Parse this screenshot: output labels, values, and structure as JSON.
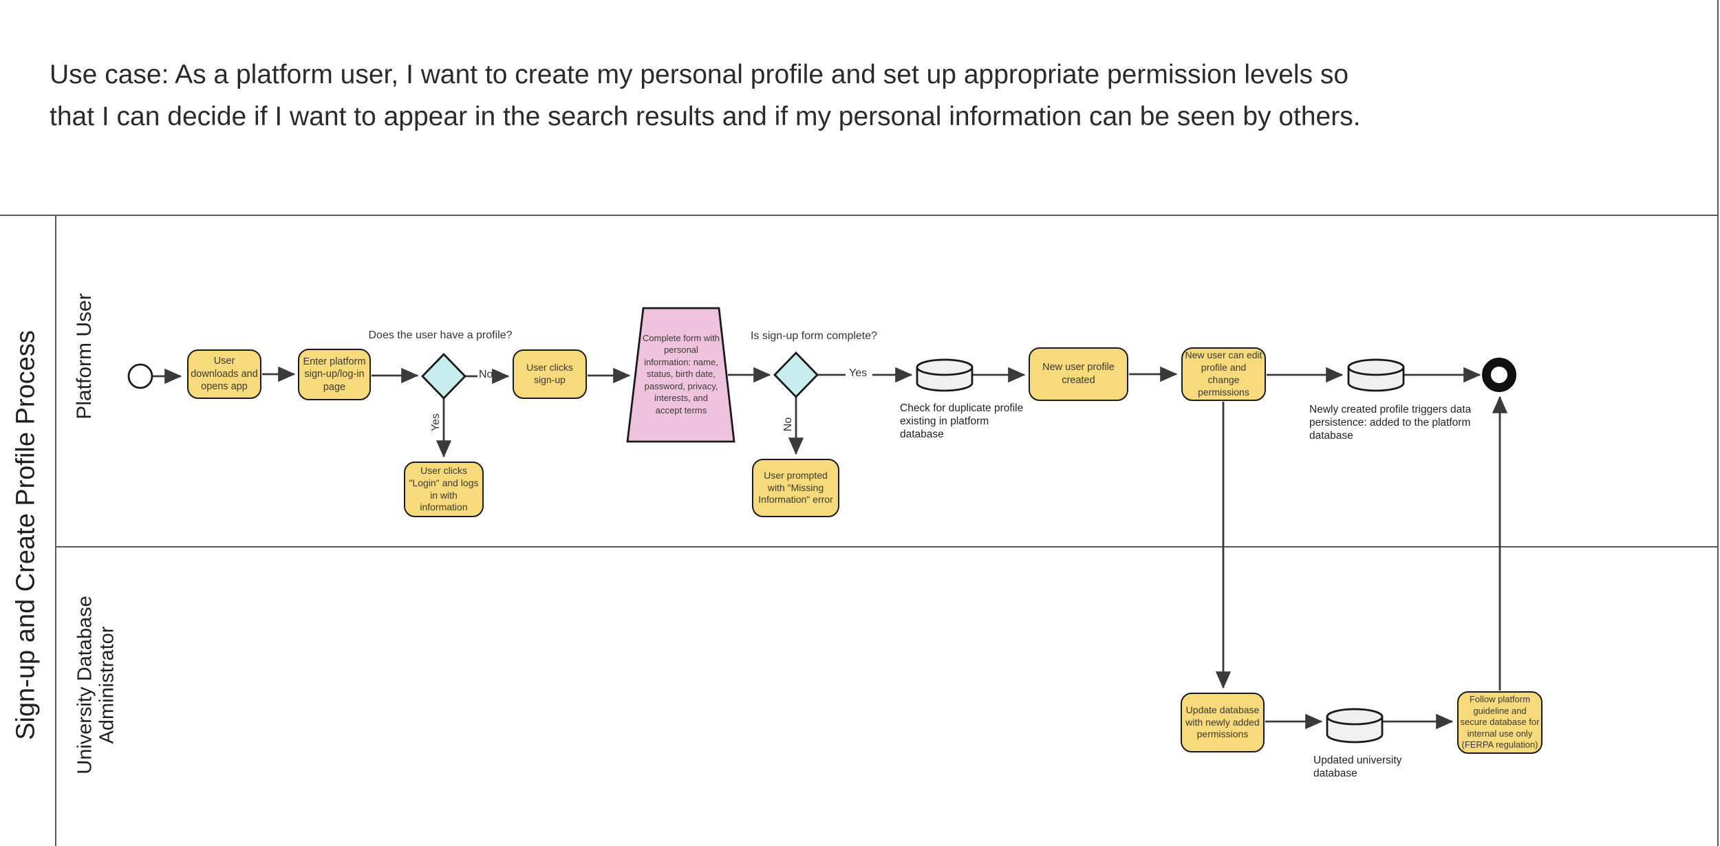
{
  "use_case": {
    "line1": "Use case: As a platform user, I want to create my personal profile and set up appropriate permission levels so",
    "line2": "that I can decide if I want to appear in the search results and if my personal information can be seen by others."
  },
  "pool": {
    "title": "Sign-up and Create Profile Process",
    "lanes": [
      {
        "label": "Platform User"
      },
      {
        "label_line1": "University Database",
        "label_line2": "Administrator"
      }
    ]
  },
  "nodes": {
    "start": {
      "type": "start-event"
    },
    "task_download": {
      "label": "User downloads and opens app"
    },
    "task_enter": {
      "label": "Enter platform sign-up/log-in page"
    },
    "gateway_profile": {
      "question": "Does the user have a profile?"
    },
    "task_signup": {
      "label": "User clicks sign-up"
    },
    "task_login": {
      "label": "User clicks \"Login\" and logs in with information"
    },
    "form_trapezoid": {
      "label": "Complete form with personal information: name, status, birth date, password, privacy, interests, and accept terms"
    },
    "gateway_form": {
      "question": "Is sign-up form complete?"
    },
    "task_error": {
      "label": "User prompted with \"Missing Information\" error"
    },
    "db_check": {
      "caption": "Check for duplicate profile existing in platform database"
    },
    "task_created": {
      "label": "New user profile created"
    },
    "task_edit": {
      "label": "New user can edit profile and change permissions"
    },
    "db_persist": {
      "caption": "Newly created profile triggers data persistence: added to the platform database"
    },
    "task_update": {
      "label": "Update database with newly added permissions"
    },
    "db_university": {
      "caption": "Updated university database"
    },
    "task_ferpa": {
      "label": "Follow platform guideline and secure database for internal use only (FERPA regulation)"
    },
    "end": {
      "type": "end-event"
    }
  },
  "edge_labels": {
    "yes": "Yes",
    "no": "No"
  },
  "colors": {
    "task_fill": "#F6DA7B",
    "gateway_fill": "#C8EDEF",
    "data_object_fill": "#EFC3DD",
    "database_fill": "#F0F0F0",
    "shape_stroke": "#1A1A1A",
    "connector": "#3A3A3A",
    "pool_border": "#565656",
    "text": "#333333"
  }
}
